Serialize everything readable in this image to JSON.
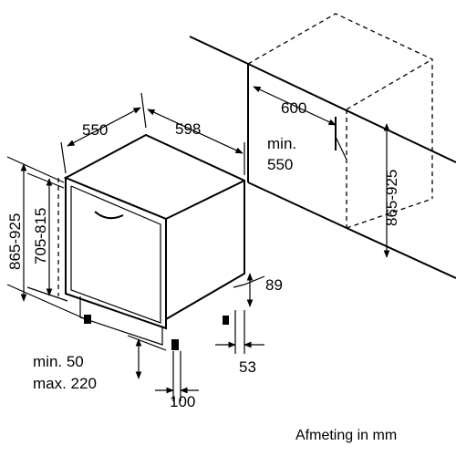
{
  "labels": {
    "cabinet_width": "600",
    "cabinet_depth_min_line1": "min.",
    "cabinet_depth_min_line2": "550",
    "niche_height": "865-925",
    "appliance_depth": "550",
    "appliance_width": "598",
    "overall_height": "865-925",
    "body_height": "705-815",
    "plinth_height": "89",
    "plinth_depth": "53",
    "foot_adjust_line1": "min. 50",
    "foot_adjust_line2": "max. 220",
    "foot_offset": "100"
  },
  "caption": "Afmeting in mm"
}
